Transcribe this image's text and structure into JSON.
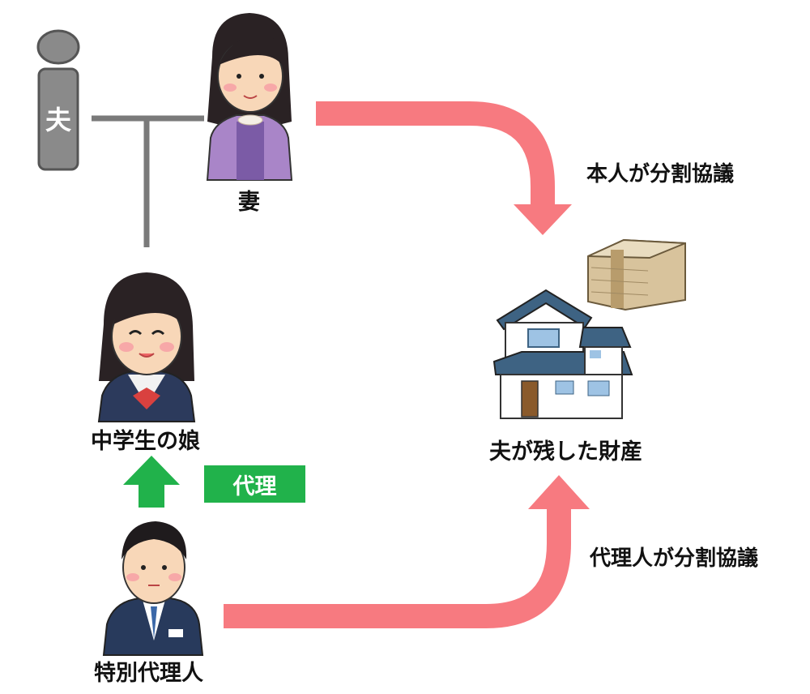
{
  "husband": {
    "label": "夫"
  },
  "wife": {
    "label": "妻"
  },
  "daughter": {
    "label": "中学生の娘"
  },
  "special_agent": {
    "label": "特別代理人"
  },
  "proxy_badge": {
    "label": "代理"
  },
  "estate": {
    "label": "夫が残した財産"
  },
  "arrow_top": {
    "label": "本人が分割協議"
  },
  "arrow_bottom": {
    "label": "代理人が分割協議"
  },
  "colors": {
    "flow_arrow": "#f77a80",
    "proxy_arrow": "#21b24b",
    "husband_silhouette": "#6d6d6d",
    "family_line": "#7a7a7a"
  }
}
